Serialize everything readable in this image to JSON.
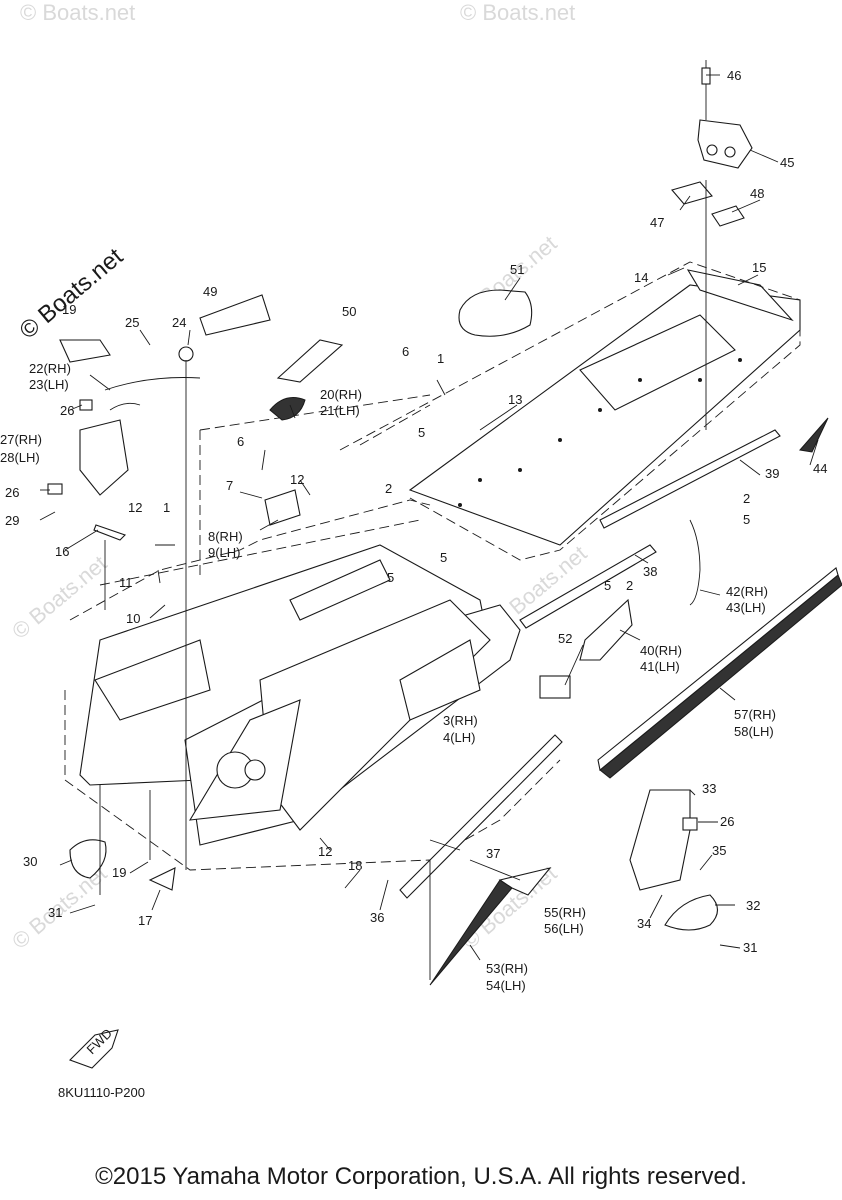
{
  "watermark": "© Boats.net",
  "drawing_code": "8KU1110-P200",
  "fwd_label": "FWD",
  "copyright": "©2015 Yamaha Motor Corporation, U.S.A. All rights reserved.",
  "callouts": {
    "c1": "1",
    "c1b": "1",
    "c2": "2",
    "c2b": "2",
    "c2c": "2",
    "c3": "3(RH)",
    "c4": "4(LH)",
    "c5a": "5",
    "c5b": "5",
    "c5c": "5",
    "c5d": "5",
    "c5e": "5",
    "c6a": "6",
    "c6b": "6",
    "c7": "7",
    "c8": "8(RH)",
    "c9": "9(LH)",
    "c10": "10",
    "c11": "11",
    "c12a": "12",
    "c12b": "12",
    "c12c": "12",
    "c13": "13",
    "c14": "14",
    "c15": "15",
    "c16": "16",
    "c17": "17",
    "c18": "18",
    "c19": "19",
    "c20": "20(RH)",
    "c21": "21(LH)",
    "c22": "22(RH)",
    "c23": "23(LH)",
    "c24": "24",
    "c25": "25",
    "c26a": "26",
    "c26b": "26",
    "c26c": "26",
    "c27": "27(RH)",
    "c28": "28(LH)",
    "c29": "29",
    "c30": "30",
    "c31a": "31",
    "c31b": "31",
    "c32": "32",
    "c33": "33",
    "c34": "34",
    "c35": "35",
    "c36": "36",
    "c37": "37",
    "c38": "38",
    "c39": "39",
    "c40": "40(RH)",
    "c41": "41(LH)",
    "c42": "42(RH)",
    "c43": "43(LH)",
    "c44": "44",
    "c45": "45",
    "c46": "46",
    "c47": "47",
    "c48": "48",
    "c49": "49",
    "c50": "50",
    "c51": "51",
    "c52": "52",
    "c53": "53(RH)",
    "c54": "54(LH)",
    "c55": "55(RH)",
    "c56": "56(LH)",
    "c57": "57(RH)",
    "c58": "58(LH)"
  }
}
